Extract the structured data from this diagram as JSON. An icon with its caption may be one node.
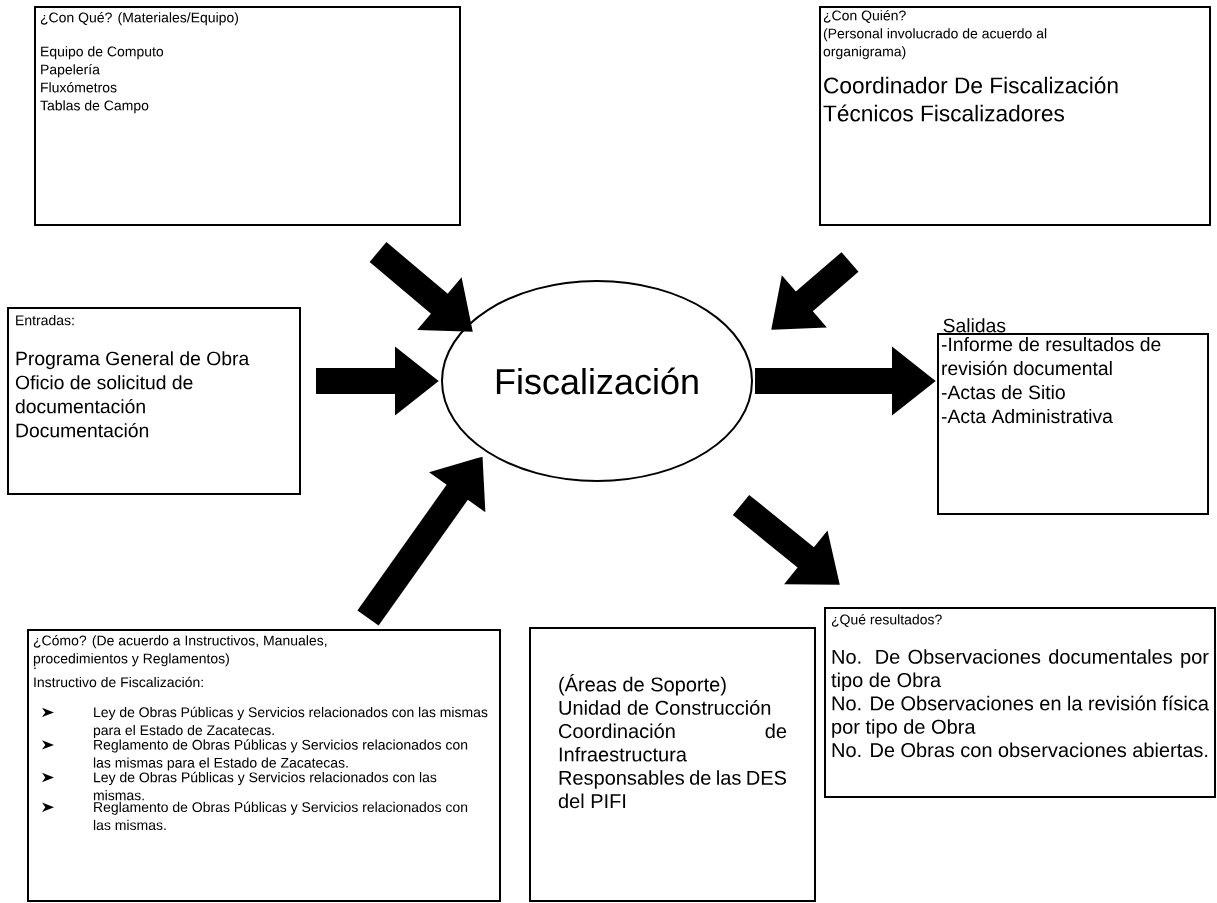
{
  "diagram": {
    "nodes": [
      {
        "text": [
          "¿Con Qué? (Materiales/Equipo)",
          "Equipo de Computo",
          "Papelería",
          "Fluxómetros",
          "Tablas de Campo"
        ]
      },
      {
        "text": [
          "¿Con Quién?",
          "(Personal involucrado de acuerdo al organigrama)",
          "Coordinador De Fiscalización",
          "Técnicos Fiscalizadores"
        ]
      },
      {
        "text": [
          "Entradas:",
          "Programa  General de Obra",
          "Oficio de solicitud de documentación",
          "Documentación"
        ]
      },
      {
        "text": [
          "Fiscalización"
        ]
      },
      {
        "text": [
          "Salidas",
          "-Informe de resultados de revisión documental",
          "-Actas de Sitio",
          "-Acta Administrativa"
        ]
      },
      {
        "text": [
          "¿Cómo? (De acuerdo a Instructivos, Manuales, procedimientos y Reglamentos)",
          ".",
          "Instructivo de Fiscalización:",
          "Ley de Obras Públicas y Servicios relacionados con las mismas para el Estado de Zacatecas.",
          "Reglamento de Obras Públicas y Servicios relacionados con las mismas para el Estado de Zacatecas.",
          "Ley de Obras Públicas y Servicios relacionados con las mismas.",
          "Reglamento de Obras Públicas y Servicios relacionados con las mismas."
        ]
      },
      {
        "text": [
          "(Áreas de Soporte)",
          "Unidad de Construcción",
          "Coordinación de Infraestructura",
          "Responsables de las DES del PIFI"
        ]
      },
      {
        "text": [
          "¿Qué resultados?",
          "No. De Observaciones documentales por tipo de Obra",
          "No. De Observaciones en la revisión física por tipo de Obra",
          "No. De Obras con observaciones abiertas."
        ]
      }
    ],
    "edges": [
      {
        "from": 0,
        "to": 3,
        "arrow": "to"
      },
      {
        "from": 1,
        "to": 3,
        "arrow": "to"
      },
      {
        "from": 2,
        "to": 3,
        "arrow": "to"
      },
      {
        "from": 3,
        "to": 4,
        "arrow": "to"
      },
      {
        "from": 5,
        "to": 3,
        "arrow": "to"
      },
      {
        "from": 3,
        "to": 7,
        "arrow": "to"
      }
    ]
  }
}
